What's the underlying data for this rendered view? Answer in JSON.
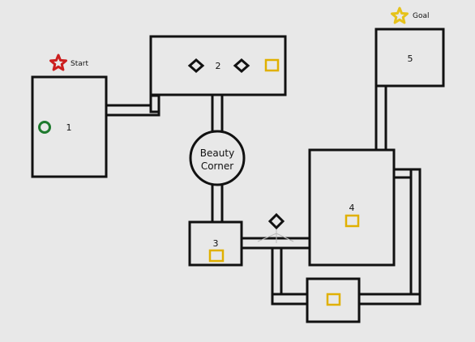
{
  "markers": {
    "start_label": "Start",
    "goal_label": "Goal"
  },
  "rooms": [
    {
      "id": "1",
      "label": "1"
    },
    {
      "id": "2",
      "label": "2"
    },
    {
      "id": "3",
      "label": "3"
    },
    {
      "id": "4",
      "label": "4"
    },
    {
      "id": "5",
      "label": "5"
    }
  ],
  "special_room": {
    "line1": "Beauty",
    "line2": "Corner"
  },
  "colors": {
    "background": "#e8e8e8",
    "wall": "#111111",
    "room_fill": "#e8e8e8",
    "start_star": "#cc1f1f",
    "goal_star": "#e6c21a",
    "player": "#1e7a2e",
    "item": "#e0b000"
  },
  "icons": {
    "start": "red-star-icon",
    "goal": "gold-star-icon",
    "player": "green-circle-icon",
    "item": "gold-square-icon",
    "enemy": "diamond-icon"
  }
}
